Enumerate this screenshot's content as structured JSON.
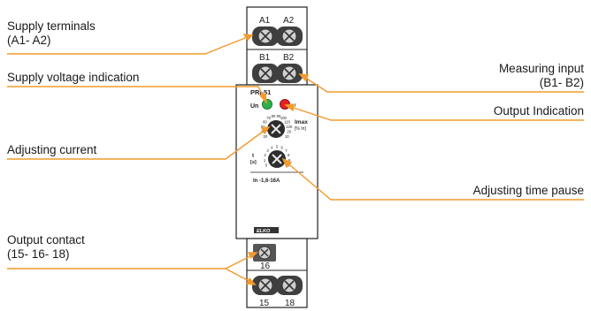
{
  "callouts": {
    "supply_terminals": "Supply terminals\n(A1- A2)",
    "supply_voltage": "Supply voltage indication",
    "adjusting_current": "Adjusting current",
    "output_contact": "Output contact\n(15- 16- 18)",
    "measuring_input": "Measuring input\n(B1- B2)",
    "output_indication": "Output Indication",
    "adjusting_time": "Adjusting time pause"
  },
  "device": {
    "terminal_a1": "A1",
    "terminal_a2": "A2",
    "terminal_b1": "B1",
    "terminal_b2": "B2",
    "model": "PRI-51",
    "led_label": "Un",
    "imax_label": "Imax",
    "imax_unit": "[% In]",
    "time_unit": "t\n[s]",
    "current_range": "In -1,6-16A",
    "brand": "ELKO",
    "terminal_16": "16",
    "terminal_15": "15",
    "terminal_18": "18",
    "dial_scale_current": [
      "30",
      "40",
      "50",
      "60",
      "70",
      "80",
      "90",
      "100",
      "110",
      "120",
      "20",
      "10"
    ],
    "dial_scale_time": [
      "0",
      "1",
      "2",
      "3",
      "4",
      "5",
      "6",
      "7",
      "8",
      "9",
      "10"
    ]
  },
  "colors": {
    "leader_line": "#f39a2c",
    "led_green": "#2bb24c",
    "led_red": "#e32222",
    "body": "#ffffff",
    "outline": "#222222",
    "screw": "#5a5a5a"
  }
}
